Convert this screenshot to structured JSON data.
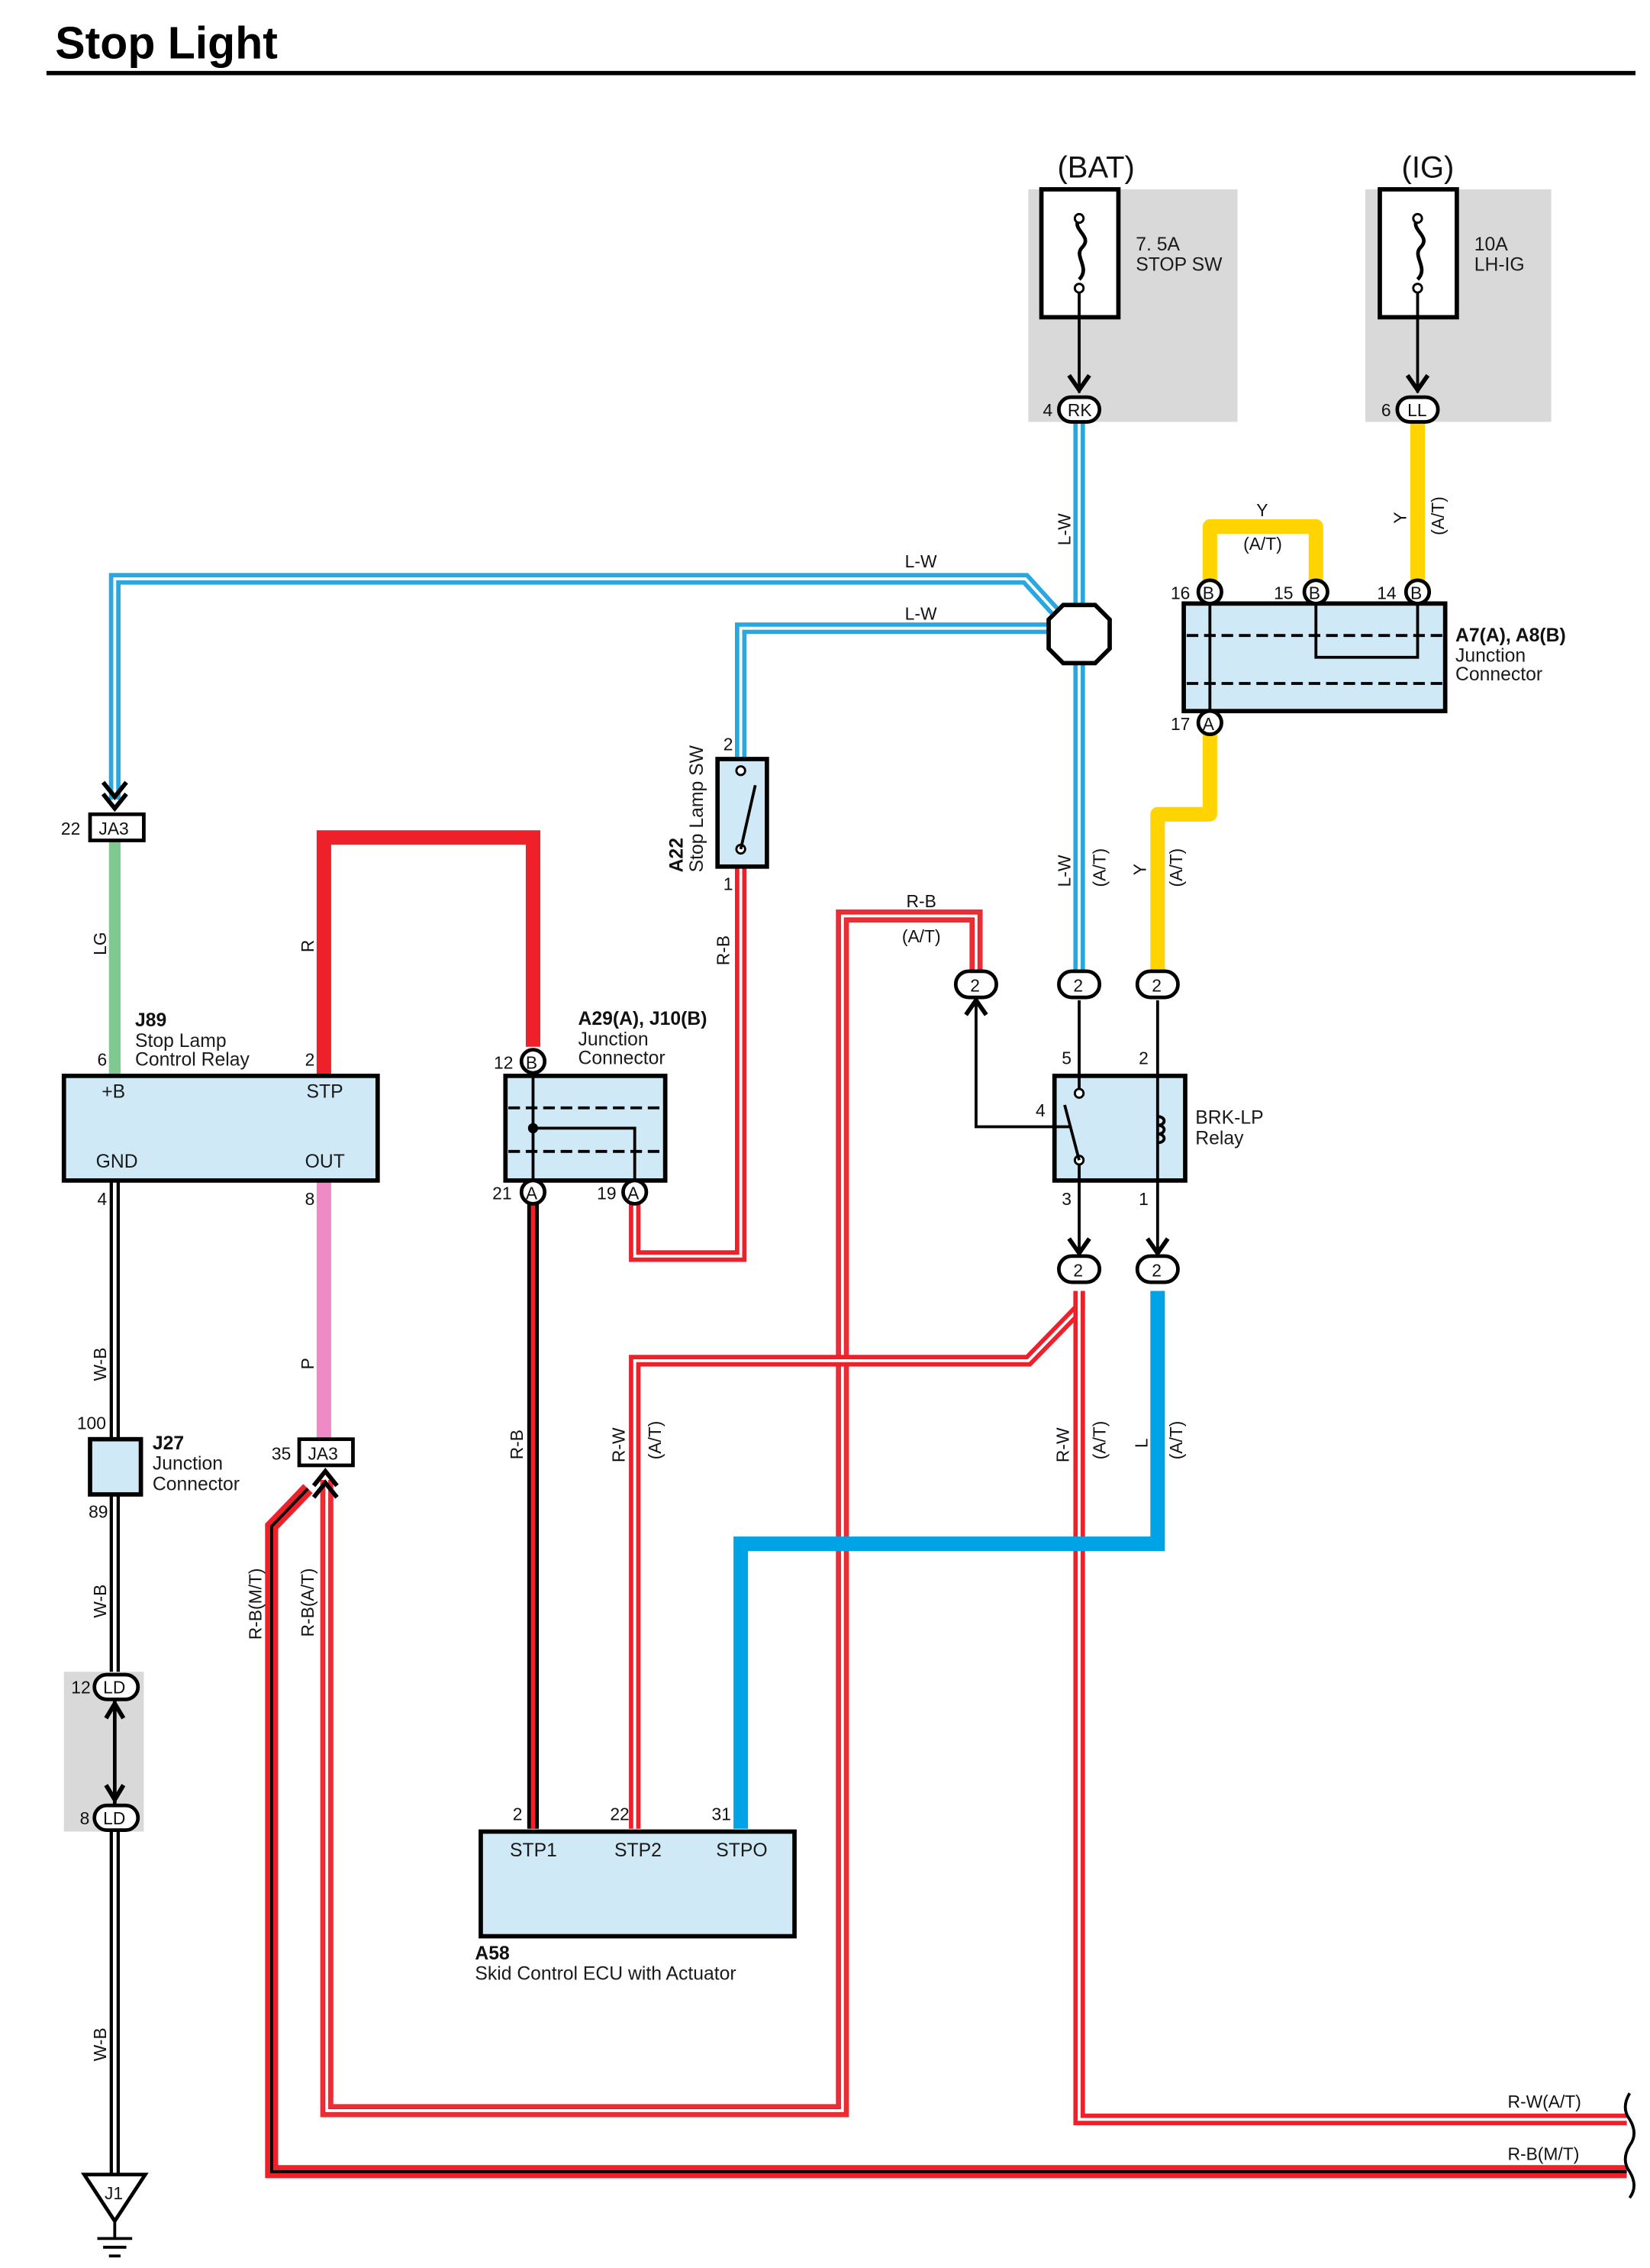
{
  "title": "Stop Light",
  "power": {
    "bat": "(BAT)",
    "ig": "(IG)",
    "fuse1_rating": "7. 5A",
    "fuse1_name": "STOP SW",
    "fuse2_rating": "10A",
    "fuse2_name": "LH-IG"
  },
  "wires": {
    "lw": "L-W",
    "lg": "LG",
    "r": "R",
    "rb": "R-B",
    "rw": "R-W",
    "y": "Y",
    "l": "L",
    "wb": "W-B",
    "p": "P",
    "at": "(A/T)",
    "rb_mt": "R-B(M/T)",
    "rb_at": "R-B(A/T)",
    "rw_at": "R-W(A/T)"
  },
  "components": {
    "j89": {
      "code": "J89",
      "name1": "Stop Lamp",
      "name2": "Control Relay",
      "pin_b": "+B",
      "pin_stp": "STP",
      "pin_gnd": "GND",
      "pin_out": "OUT"
    },
    "a29": {
      "code": "A29(A), J10(B)",
      "name": "Junction",
      "name2": "Connector"
    },
    "a22": {
      "code": "A22",
      "name": "Stop Lamp SW"
    },
    "a7": {
      "code": "A7(A), A8(B)",
      "name": "Junction",
      "name2": "Connector"
    },
    "brk": {
      "name1": "BRK-LP",
      "name2": "Relay"
    },
    "j27": {
      "code": "J27",
      "name": "Junction",
      "name2": "Connector"
    },
    "a58": {
      "code": "A58",
      "name": "Skid Control ECU with Actuator",
      "pin_stp1": "STP1",
      "pin_stp2": "STP2",
      "pin_stpo": "STPO"
    },
    "j1": "J1"
  },
  "connectors": {
    "rk": "RK",
    "ll": "LL",
    "ja3": "JA3",
    "ld": "LD",
    "b": "B",
    "a": "A",
    "two": "2"
  },
  "pins": {
    "p1": "1",
    "p2": "2",
    "p3": "3",
    "p4": "4",
    "p5": "5",
    "p6": "6",
    "p8": "8",
    "p12": "12",
    "p14": "14",
    "p15": "15",
    "p16": "16",
    "p17": "17",
    "p19": "19",
    "p21": "21",
    "p22": "22",
    "p31": "31",
    "p35": "35",
    "p89": "89",
    "p100": "100"
  }
}
